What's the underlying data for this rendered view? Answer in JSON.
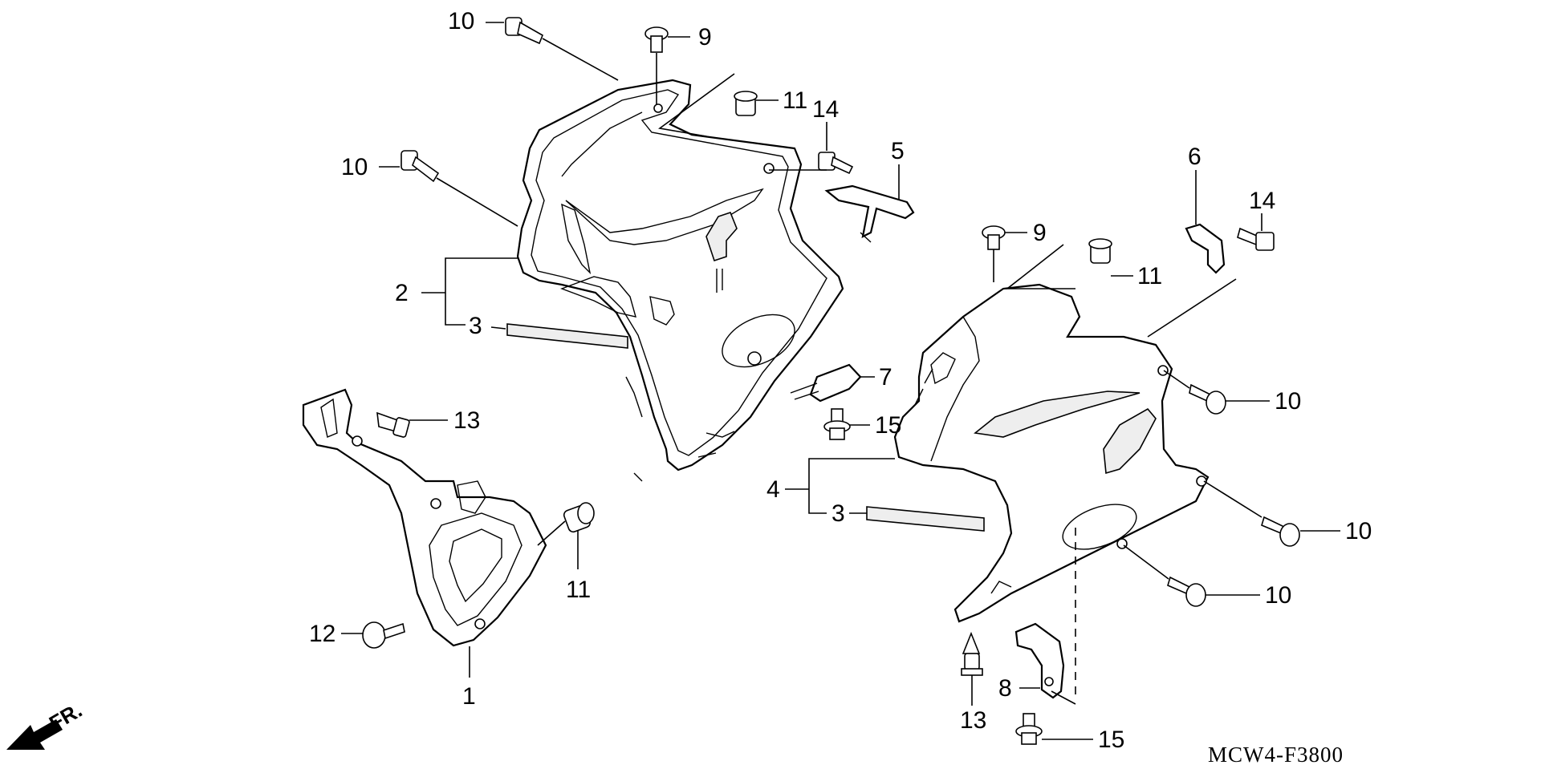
{
  "diagram": {
    "code": "MCW4-F3800",
    "direction_label": "FR.",
    "labels": {
      "l10a": "10",
      "l9a": "9",
      "l11a": "11",
      "l14a": "14",
      "l5": "5",
      "l10b": "10",
      "l2": "2",
      "l3a": "3",
      "l7": "7",
      "l15a": "15",
      "l13a": "13",
      "l11b": "11",
      "l12": "12",
      "l1": "1",
      "l6": "6",
      "l14b": "14",
      "l9b": "9",
      "l11c": "11",
      "l10c": "10",
      "l4": "4",
      "l3b": "3",
      "l10d": "10",
      "l10e": "10",
      "l8": "8",
      "l13b": "13",
      "l15b": "15"
    }
  }
}
